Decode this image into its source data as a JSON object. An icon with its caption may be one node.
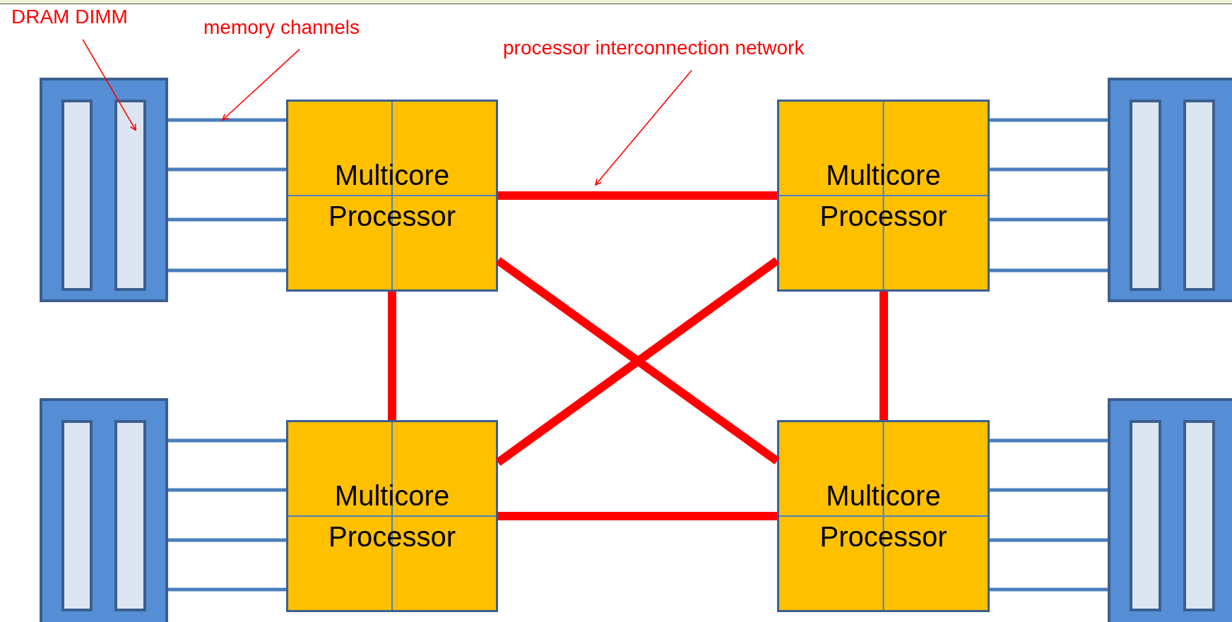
{
  "diagram": {
    "nodes": [
      {
        "text": [
          "DRAM DIMM"
        ]
      },
      {
        "text": [
          "memory channels"
        ]
      },
      {
        "text": [
          "processor interconnection network"
        ]
      },
      {
        "text": [],
        "shape": "box"
      },
      {
        "text": [],
        "shape": "box",
        "in": 3
      },
      {
        "text": [],
        "shape": "box",
        "in": 3
      },
      {
        "text": [
          "Multicore Processor"
        ]
      },
      {
        "text": [
          "Multicore Processor"
        ]
      },
      {
        "text": [],
        "shape": "box"
      },
      {
        "text": [],
        "shape": "box",
        "in": 8
      },
      {
        "text": [],
        "shape": "box",
        "in": 8
      },
      {
        "text": [],
        "shape": "box"
      },
      {
        "text": [],
        "shape": "box",
        "in": 11
      },
      {
        "text": [],
        "shape": "box",
        "in": 11
      },
      {
        "text": [
          "Multicore Processor"
        ]
      },
      {
        "text": [
          "Multicore Processor"
        ]
      },
      {
        "text": [],
        "shape": "box"
      },
      {
        "text": [],
        "shape": "box",
        "in": 16
      },
      {
        "text": [],
        "shape": "box",
        "in": 16
      }
    ],
    "edges": [
      {
        "from": 3,
        "to": 6,
        "arrow": "none"
      },
      {
        "from": 3,
        "to": 6,
        "arrow": "none"
      },
      {
        "from": 3,
        "to": 6,
        "arrow": "none"
      },
      {
        "from": 3,
        "to": 6,
        "arrow": "none"
      },
      {
        "from": 8,
        "to": 7,
        "arrow": "none"
      },
      {
        "from": 8,
        "to": 7,
        "arrow": "none"
      },
      {
        "from": 8,
        "to": 7,
        "arrow": "none"
      },
      {
        "from": 8,
        "to": 7,
        "arrow": "none"
      },
      {
        "from": 11,
        "to": 14,
        "arrow": "none"
      },
      {
        "from": 11,
        "to": 14,
        "arrow": "none"
      },
      {
        "from": 11,
        "to": 14,
        "arrow": "none"
      },
      {
        "from": 11,
        "to": 14,
        "arrow": "none"
      },
      {
        "from": 16,
        "to": 15,
        "arrow": "none"
      },
      {
        "from": 16,
        "to": 15,
        "arrow": "none"
      },
      {
        "from": 16,
        "to": 15,
        "arrow": "none"
      },
      {
        "from": 16,
        "to": 15,
        "arrow": "none"
      },
      {
        "from": 6,
        "to": 7,
        "arrow": "none",
        "style": "thick",
        "color": "#ff0000"
      },
      {
        "from": 6,
        "to": 14,
        "arrow": "none",
        "style": "thick",
        "color": "#ff0000"
      },
      {
        "from": 6,
        "to": 15,
        "arrow": "none",
        "style": "thick",
        "color": "#ff0000"
      },
      {
        "from": 7,
        "to": 14,
        "arrow": "none",
        "style": "thick",
        "color": "#ff0000"
      },
      {
        "from": 7,
        "to": 15,
        "arrow": "none",
        "style": "thick",
        "color": "#ff0000"
      },
      {
        "from": 14,
        "to": 15,
        "arrow": "none",
        "style": "thick",
        "color": "#ff0000"
      },
      {
        "from": 0,
        "to": 5,
        "arrow": "to",
        "color": "#ff0000"
      },
      {
        "from": 1,
        "to": null,
        "arrow": "to",
        "color": "#ff0000"
      },
      {
        "from": 2,
        "to": null,
        "arrow": "to",
        "color": "#ff0000"
      }
    ]
  }
}
